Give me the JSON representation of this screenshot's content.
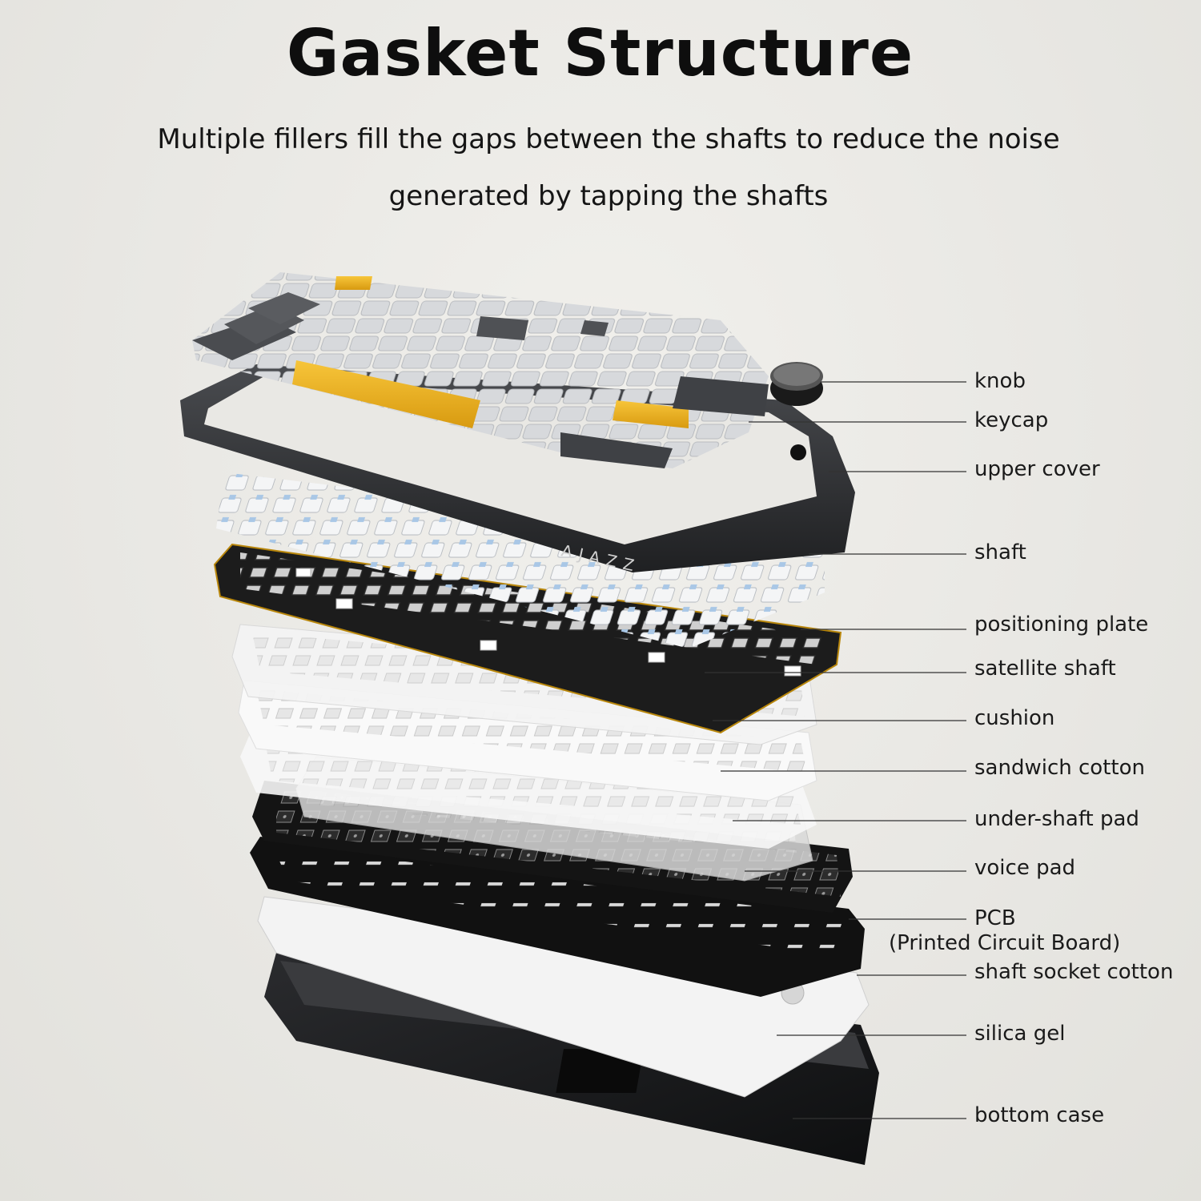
{
  "title": "Gasket Structure",
  "subtitle_line1": "Multiple fillers fill the gaps between the shafts to reduce the noise",
  "subtitle_line2": "generated by tapping the shafts",
  "brand": "AJAZZ",
  "parts": [
    "knob",
    "keycap",
    "upper cover",
    "shaft",
    "positioning plate",
    "satellite shaft",
    "cushion",
    "sandwich cotton",
    "under-shaft pad",
    "voice pad",
    "PCB",
    "(Printed Circuit Board)",
    "shaft socket cotton",
    "silica gel",
    "bottom case"
  ],
  "colors": {
    "background": "#e9e8e4",
    "accent_yellow": "#f2b51b",
    "dark_gray": "#3d3f42",
    "light_keycap": "#d9dbdd"
  }
}
